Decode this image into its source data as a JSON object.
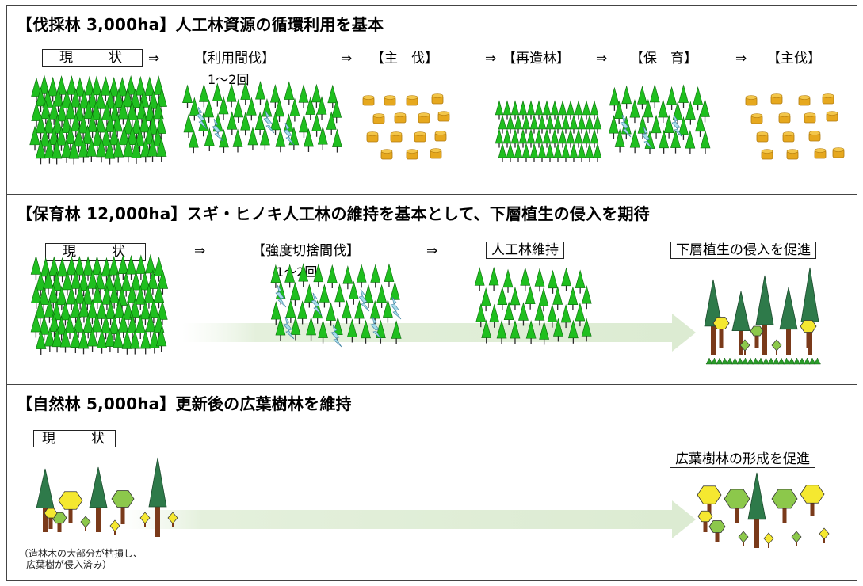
{
  "panels": {
    "harvest": {
      "heading": "【伐採林 3,000ha】人工林資源の循環利用を基本",
      "stages": [
        "現　状",
        "【利用間伐】",
        "【主　伐】",
        "【再造林】",
        "【保　育】",
        "【主伐】"
      ],
      "utilization_note": "1～2回",
      "arrow": "⇒"
    },
    "nurture": {
      "heading": "【保育林 12,000ha】スギ・ヒノキ人工林の維持を基本として、下層植生の侵入を期待",
      "stages": [
        "現　状",
        "【強度切捨間伐】",
        "人工林維持",
        "下層植生の侵入を促進"
      ],
      "thinning_note": "1～2回",
      "arrow": "⇒"
    },
    "natural": {
      "heading": "【自然林 5,000ha】更新後の広葉樹林を維持",
      "current_label": "現　状",
      "target_label": "広葉樹林の形成を促進",
      "note_line1": "（造林木の大部分が枯損し、",
      "note_line2": "広葉樹が侵入済み）"
    }
  },
  "colors": {
    "conifer_green": "#1fbf1f",
    "trunk": "#2a2a2a",
    "log_gold": "#e6a81e",
    "arrow_band": "#e4f0dc",
    "dark_conifer": "#2e7a4a",
    "broadleaf_yellow": "#f5e830",
    "broadleaf_green": "#8cc84b",
    "brown_trunk": "#7a3a1a",
    "lightning": "#a8dceb"
  }
}
